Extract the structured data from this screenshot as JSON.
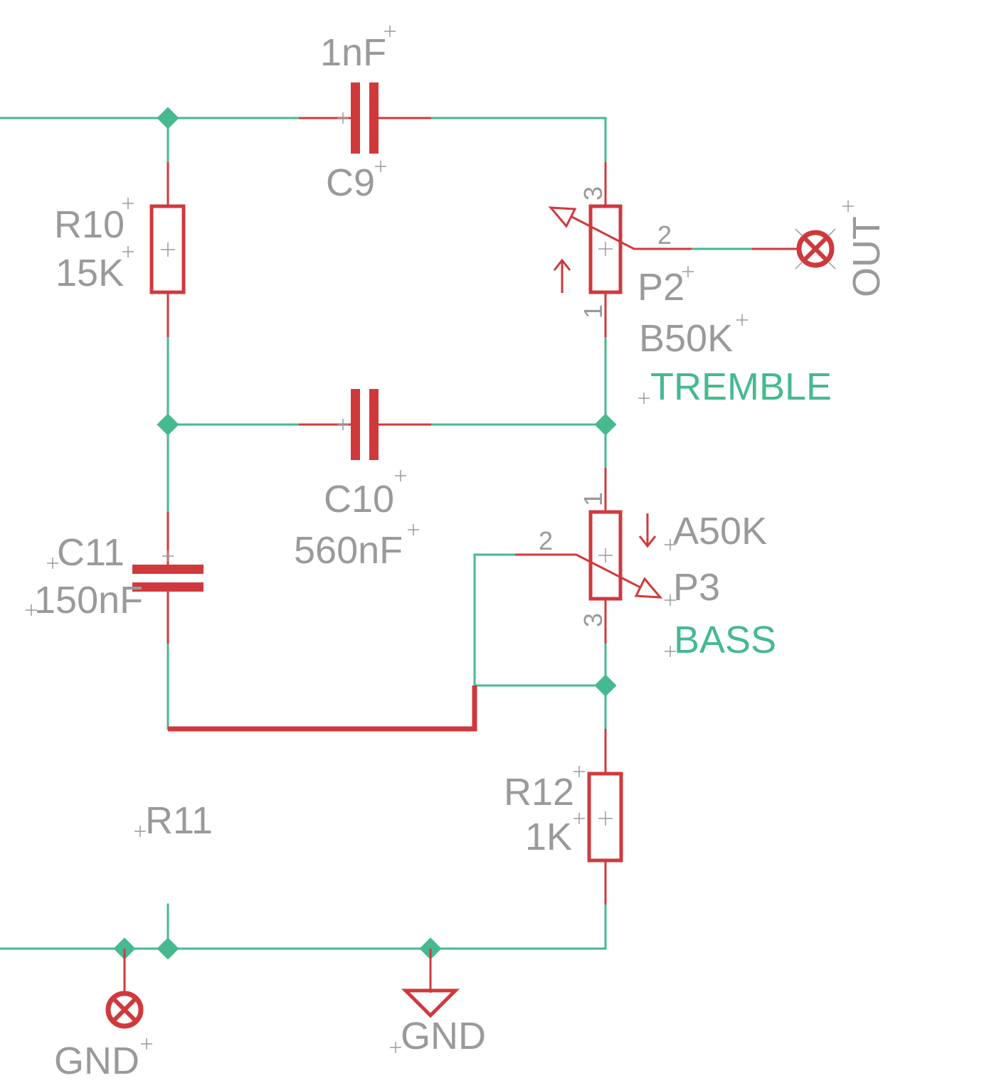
{
  "colors": {
    "wire": "#46b98f",
    "component": "#d0393c",
    "label": "#9a9a9a",
    "net_label": "#46b98f",
    "background": "#ffffff"
  },
  "components": {
    "c9": {
      "name": "C9",
      "value": "1nF"
    },
    "c10": {
      "name": "C10",
      "value": "560nF"
    },
    "c11": {
      "name": "C11",
      "value": "150nF"
    },
    "r10": {
      "name": "R10",
      "value": "15K"
    },
    "r11": {
      "name": "R11"
    },
    "r12": {
      "name": "R12",
      "value": "1K"
    },
    "p2": {
      "name": "P2",
      "value": "B50K",
      "pin1": "1",
      "pin2": "2",
      "pin3": "3"
    },
    "p3": {
      "name": "P3",
      "value": "A50K",
      "pin1": "1",
      "pin2": "2",
      "pin3": "3"
    }
  },
  "net_labels": {
    "tremble": "TREMBLE",
    "bass": "BASS"
  },
  "connectors": {
    "out": "OUT",
    "gnd_pad": "GND"
  },
  "ground_symbol": {
    "label": "GND"
  }
}
